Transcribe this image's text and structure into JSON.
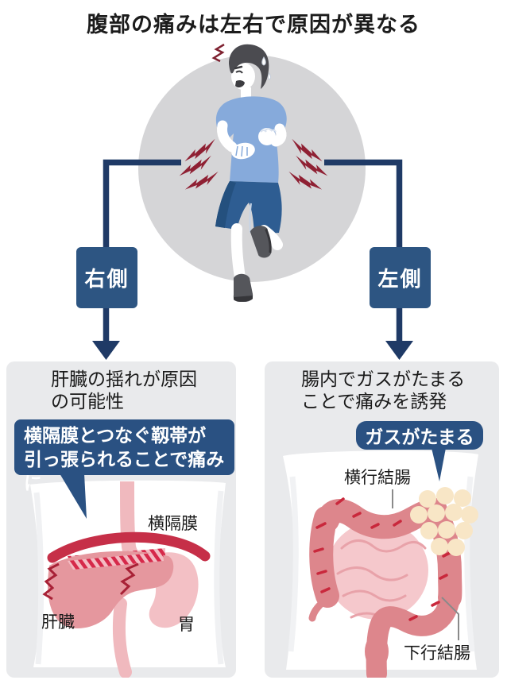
{
  "title": "腹部の痛みは左右で原因が異なる",
  "center": {
    "runner_icon": "running-man-with-side-stitch",
    "right_label": "右側",
    "left_label": "左側"
  },
  "left_panel": {
    "heading": "肝臓の揺れが原因\nの可能性",
    "callout": "横隔膜とつなぐ靱帯が\n引っ張られることで痛みに",
    "labels": {
      "diaphragm": "横隔膜",
      "liver": "肝臓",
      "stomach": "胃"
    }
  },
  "right_panel": {
    "heading": "腸内でガスがたまる\nことで痛みを誘発",
    "callout": "ガスがたまる",
    "labels": {
      "transverse_colon": "横行結腸",
      "descending_colon": "下行結腸"
    }
  },
  "colors": {
    "navy_box": "#2d5582",
    "navy_line": "#1f3a66",
    "callout_navy": "#2a5182",
    "panel_bg": "#e9eaec",
    "pain_red": "#8f2033",
    "circle_gray": "#d5d5d7",
    "shirt_blue": "#86aadb",
    "shorts_blue": "#2e5d92",
    "diaphragm_red": "#c62f48",
    "organ_salmon": "#e0868c",
    "organ_pale_pink": "#f5c8cc",
    "gas_cream": "#f8e6c6"
  }
}
